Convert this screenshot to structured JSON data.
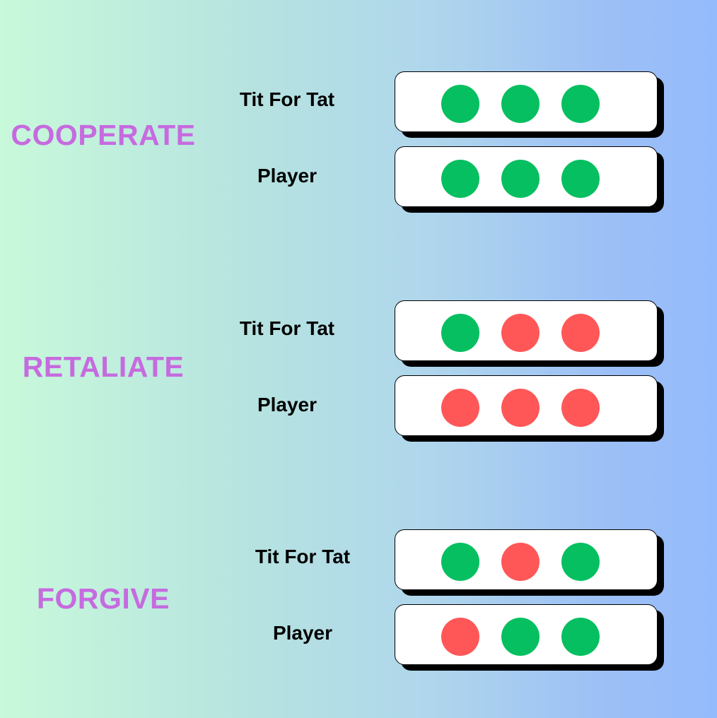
{
  "colors": {
    "strategy_label": "#c66bdf",
    "cooperate": "#06bf60",
    "defect": "#ff5757"
  },
  "sections": [
    {
      "label": "COOPERATE",
      "rows": [
        {
          "label": "Tit For Tat",
          "moves": [
            "cooperate",
            "cooperate",
            "cooperate"
          ]
        },
        {
          "label": "Player",
          "moves": [
            "cooperate",
            "cooperate",
            "cooperate"
          ]
        }
      ]
    },
    {
      "label": "RETALIATE",
      "rows": [
        {
          "label": "Tit For Tat",
          "moves": [
            "cooperate",
            "defect",
            "defect"
          ]
        },
        {
          "label": "Player",
          "moves": [
            "defect",
            "defect",
            "defect"
          ]
        }
      ]
    },
    {
      "label": "FORGIVE",
      "rows": [
        {
          "label": "Tit For Tat",
          "moves": [
            "cooperate",
            "defect",
            "cooperate"
          ]
        },
        {
          "label": "Player",
          "moves": [
            "defect",
            "cooperate",
            "cooperate"
          ]
        }
      ]
    }
  ]
}
